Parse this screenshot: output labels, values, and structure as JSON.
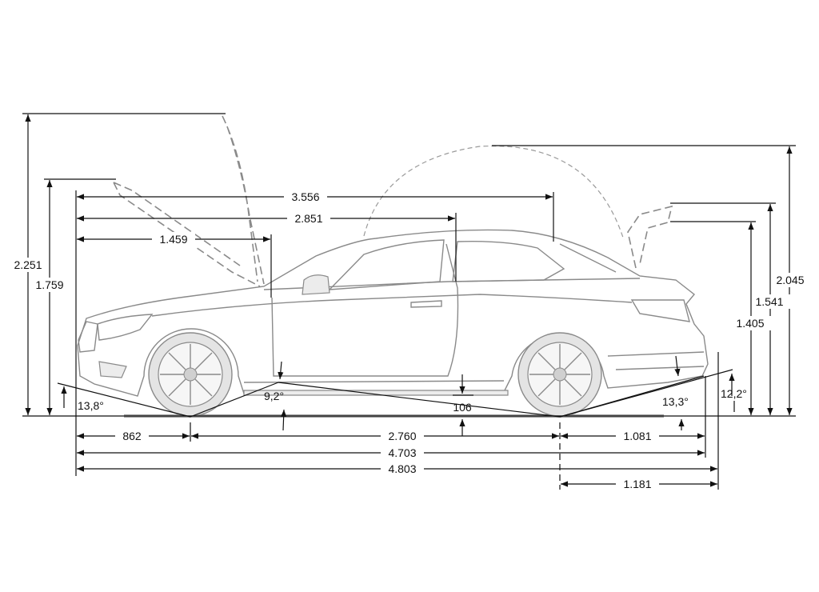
{
  "dimensions": {
    "overall_length": "4.803",
    "length_body": "4.703",
    "wheelbase": "2.760",
    "front_overhang": "862",
    "rear_overhang": "1.081",
    "rear_overhang_2": "1.181",
    "length_3556": "3.556",
    "length_2851": "2.851",
    "length_1459": "1.459",
    "height_bonnet_open": "2.251",
    "height_1759": "1.759",
    "height_roof_open": "2.045",
    "height_1541": "1.541",
    "height_1405": "1.405",
    "ground_clearance": "106"
  },
  "angles": {
    "approach": "13,8°",
    "ramp": "9,2°",
    "departure": "13,3°",
    "rear_12": "12,2°"
  }
}
